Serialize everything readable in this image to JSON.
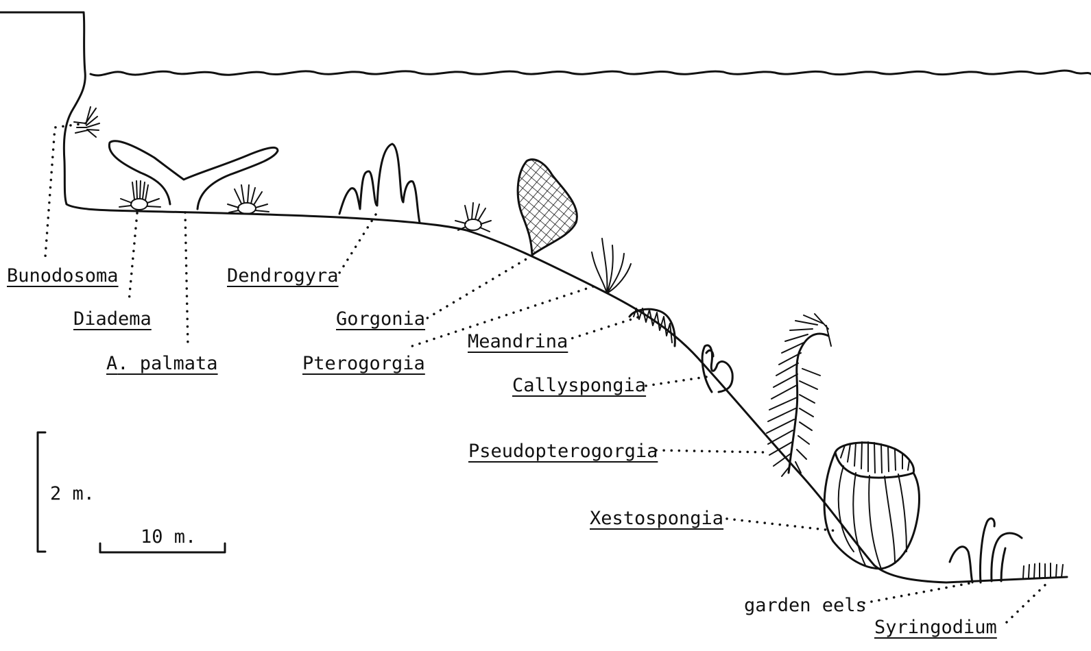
{
  "labels": {
    "bunodosoma": "Bunodosoma",
    "diadema": "Diadema",
    "a_palmata_initial": "A",
    "a_palmata_rest": ". palmata",
    "dendrogyra": "Dendrogyra",
    "gorgonia": "Gorgonia",
    "pterogorgia": "Pterogorgia",
    "meandrina": "Meandrina",
    "callyspongia": "Callyspongia",
    "pseudopterogorgia": "Pseudopterogorgia",
    "xestospongia": "Xestospongia",
    "garden_eels": "garden eels",
    "syringodium": "Syringodium"
  },
  "scale": {
    "vertical": "2 m.",
    "horizontal": "10 m."
  },
  "colors": {
    "ink": "#111111",
    "background": "#ffffff"
  }
}
